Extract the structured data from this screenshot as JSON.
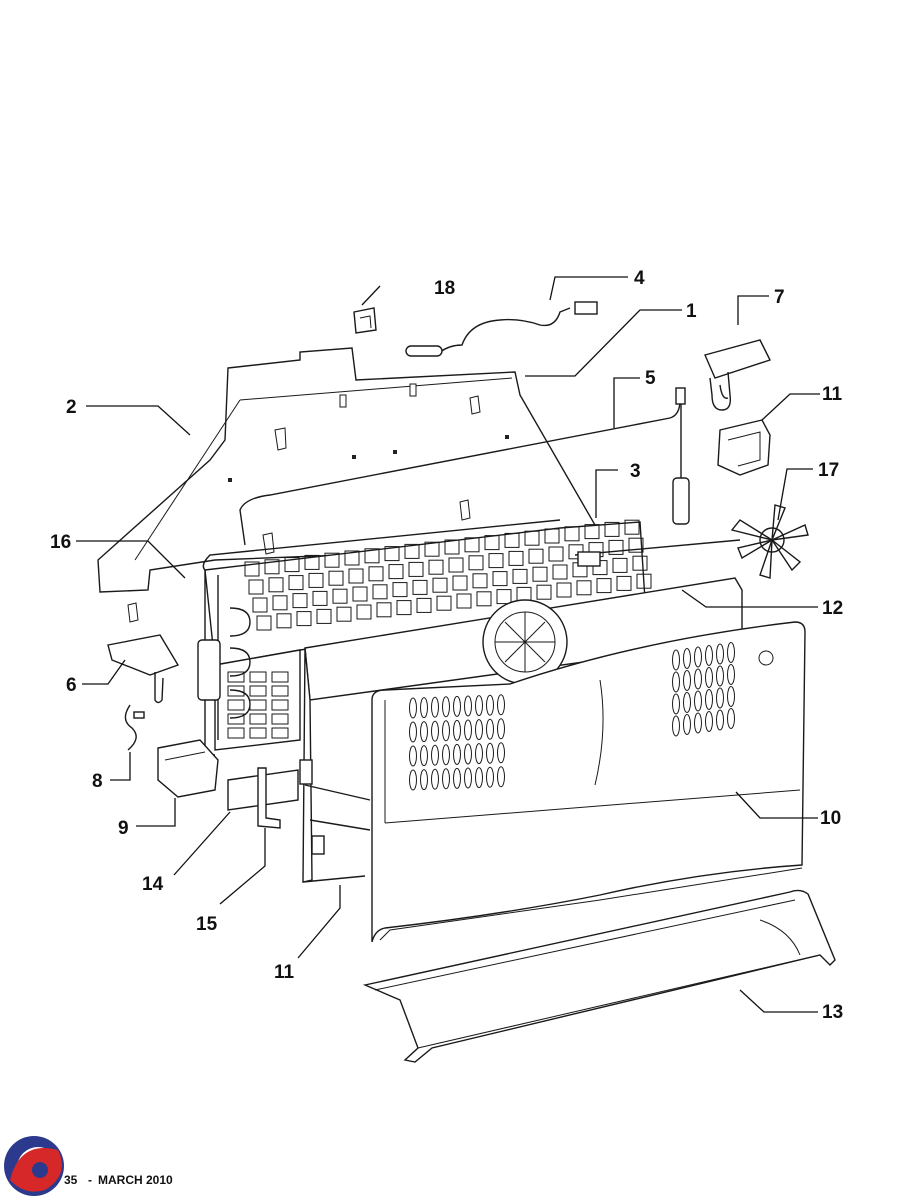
{
  "callouts": [
    {
      "number": "1"
    },
    {
      "number": "2"
    },
    {
      "number": "3"
    },
    {
      "number": "4"
    },
    {
      "number": "5"
    },
    {
      "number": "6"
    },
    {
      "number": "7"
    },
    {
      "number": "8"
    },
    {
      "number": "9"
    },
    {
      "number": "10"
    },
    {
      "number": "11"
    },
    {
      "number": "11"
    },
    {
      "number": "12"
    },
    {
      "number": "13"
    },
    {
      "number": "14"
    },
    {
      "number": "15"
    },
    {
      "number": "16"
    },
    {
      "number": "17"
    },
    {
      "number": "18"
    }
  ],
  "footer": {
    "page_number": "35",
    "separator": "-",
    "date": "MARCH 2010"
  },
  "logo": {
    "colors": {
      "blue": "#2b3a8c",
      "red": "#d62828"
    }
  }
}
